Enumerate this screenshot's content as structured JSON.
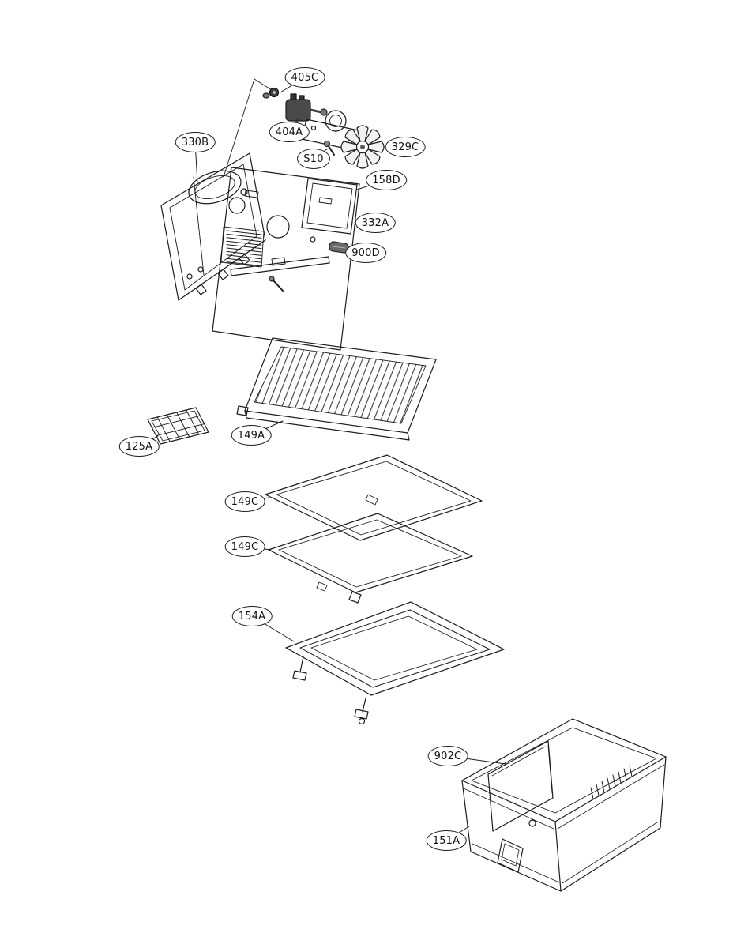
{
  "colors": {
    "background": "#ffffff",
    "ink": "#1c1c1c"
  },
  "callouts": [
    {
      "label": "405C"
    },
    {
      "label": "404A"
    },
    {
      "label": "330B"
    },
    {
      "label": "S10"
    },
    {
      "label": "329C"
    },
    {
      "label": "158D"
    },
    {
      "label": "332A"
    },
    {
      "label": "900D"
    },
    {
      "label": "149A"
    },
    {
      "label": "125A"
    },
    {
      "label": "149C"
    },
    {
      "label": "149C"
    },
    {
      "label": "154A"
    },
    {
      "label": "902C"
    },
    {
      "label": "151A"
    }
  ]
}
